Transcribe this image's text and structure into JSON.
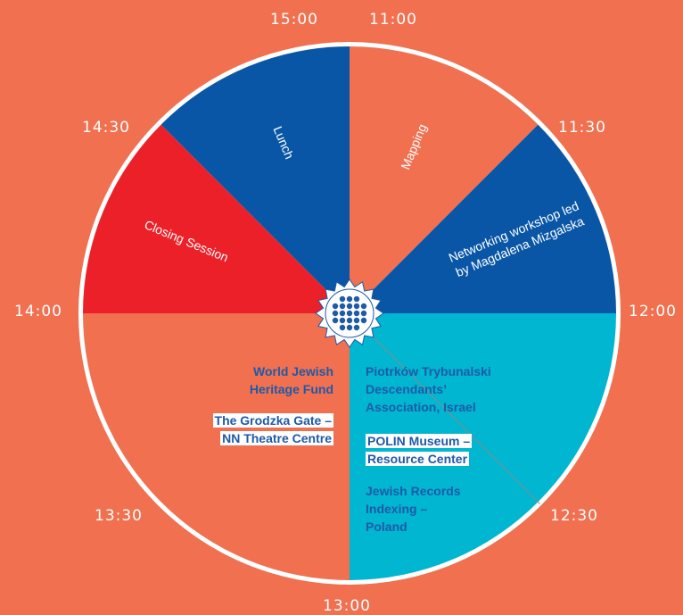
{
  "colors": {
    "background": "#F07050",
    "coral_segment": "#F07050",
    "blue_segment": "#0A56A6",
    "red_segment": "#EC2028",
    "cyan_segment": "#00B6D0",
    "org_text": "#1E5AA8",
    "ring": "#FFFFFF"
  },
  "times": {
    "t1100": "11:00",
    "t1130": "11:30",
    "t1200": "12:00",
    "t1230": "12:30",
    "t1300": "13:00",
    "t1330": "13:30",
    "t1400": "14:00",
    "t1430": "14:30",
    "t1500": "15:00"
  },
  "segments": [
    {
      "start": "11:00",
      "end": "11:30",
      "color": "coral",
      "label": "Mapping"
    },
    {
      "start": "11:30",
      "end": "12:00",
      "color": "blue",
      "label": "Networking workshop led\nby Magdalena Mizgalska"
    },
    {
      "start": "12:00",
      "end": "13:00",
      "color": "cyan",
      "label": ""
    },
    {
      "start": "13:00",
      "end": "14:00",
      "color": "coral",
      "label": ""
    },
    {
      "start": "14:00",
      "end": "14:30",
      "color": "red",
      "label": "Closing Session"
    },
    {
      "start": "14:30",
      "end": "15:00",
      "color": "blue",
      "label": "Lunch"
    }
  ],
  "orgs": {
    "wjhf_line1": "World Jewish",
    "wjhf_line2": "Heritage Fund",
    "grodzka_line1": "The Grodzka Gate –",
    "grodzka_line2": "NN Theatre Centre",
    "piotrkow_line1": "Piotrków Trybunalski",
    "piotrkow_line2": "Descendants’",
    "piotrkow_line3": "Association, Israel",
    "polin_line1": "POLIN Museum –",
    "polin_line2": "Resource Center",
    "jri_line1": "Jewish Records",
    "jri_line2": "Indexing –",
    "jri_line3": "Poland"
  }
}
